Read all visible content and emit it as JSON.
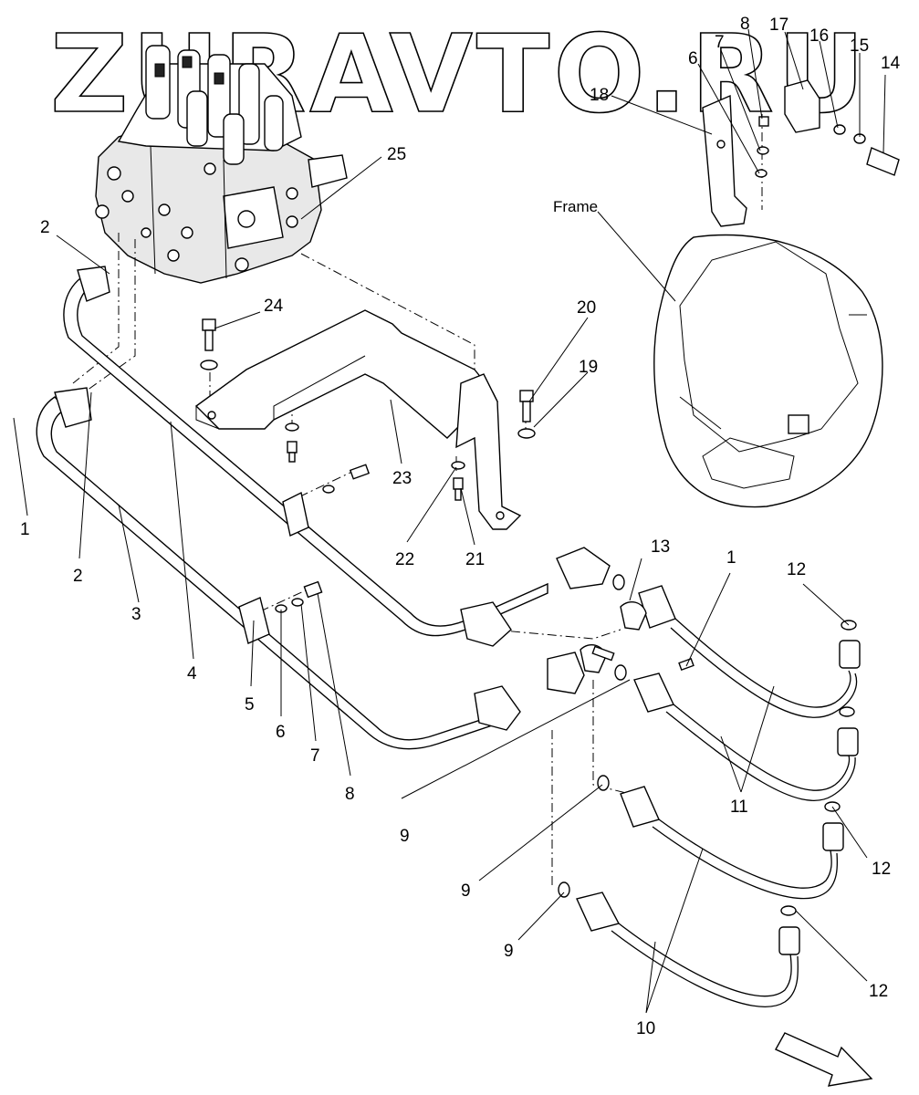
{
  "watermark": "ZURAVTO.RU",
  "frame_label": "Frame",
  "callouts": [
    {
      "id": "c-1a",
      "text": "1"
    },
    {
      "id": "c-1b",
      "text": "1"
    },
    {
      "id": "c-2a",
      "text": "2"
    },
    {
      "id": "c-2b",
      "text": "2"
    },
    {
      "id": "c-3",
      "text": "3"
    },
    {
      "id": "c-4",
      "text": "4"
    },
    {
      "id": "c-5",
      "text": "5"
    },
    {
      "id": "c-6a",
      "text": "6"
    },
    {
      "id": "c-6b",
      "text": "6"
    },
    {
      "id": "c-7a",
      "text": "7"
    },
    {
      "id": "c-7b",
      "text": "7"
    },
    {
      "id": "c-8a",
      "text": "8"
    },
    {
      "id": "c-8b",
      "text": "8"
    },
    {
      "id": "c-9a",
      "text": "9"
    },
    {
      "id": "c-9b",
      "text": "9"
    },
    {
      "id": "c-9c",
      "text": "9"
    },
    {
      "id": "c-10",
      "text": "10"
    },
    {
      "id": "c-11",
      "text": "11"
    },
    {
      "id": "c-12a",
      "text": "12"
    },
    {
      "id": "c-12b",
      "text": "12"
    },
    {
      "id": "c-12c",
      "text": "12"
    },
    {
      "id": "c-13",
      "text": "13"
    },
    {
      "id": "c-14",
      "text": "14"
    },
    {
      "id": "c-15",
      "text": "15"
    },
    {
      "id": "c-16",
      "text": "16"
    },
    {
      "id": "c-17",
      "text": "17"
    },
    {
      "id": "c-18",
      "text": "18"
    },
    {
      "id": "c-19",
      "text": "19"
    },
    {
      "id": "c-20",
      "text": "20"
    },
    {
      "id": "c-21",
      "text": "21"
    },
    {
      "id": "c-22",
      "text": "22"
    },
    {
      "id": "c-23",
      "text": "23"
    },
    {
      "id": "c-24",
      "text": "24"
    },
    {
      "id": "c-25",
      "text": "25"
    }
  ]
}
